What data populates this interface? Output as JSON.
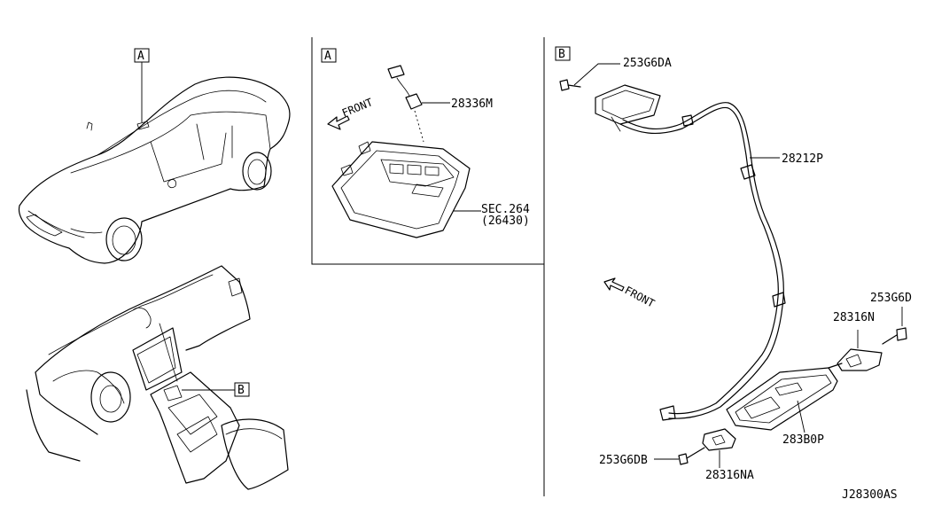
{
  "sections": {
    "A": "A",
    "B": "B"
  },
  "labels": {
    "p253G6DA": "253G6DA",
    "p28336M": "28336M",
    "p28212P": "28212P",
    "p253G6D": "253G6D",
    "p28316N": "28316N",
    "p283B0P": "283B0P",
    "p253G6DB": "253G6DB",
    "p28316NA": "28316NA",
    "sec_line1": "SEC.264",
    "sec_line2": "(26430)",
    "front_a": "FRONT",
    "front_b": "FRONT"
  },
  "diagram_id": "J28300AS"
}
